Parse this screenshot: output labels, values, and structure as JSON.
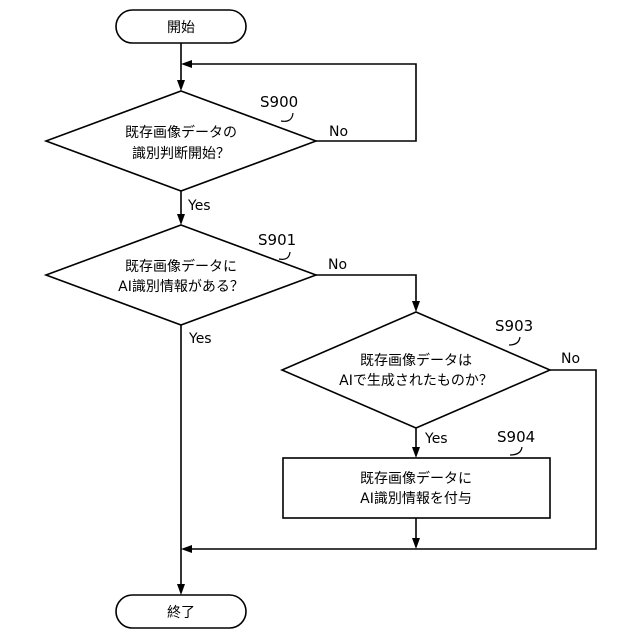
{
  "flowchart": {
    "start": "開始",
    "end": "終了",
    "s900": {
      "id": "S900",
      "line1": "既存画像データの",
      "line2": "識別判断開始？",
      "no": "No",
      "yes": "Yes"
    },
    "s901": {
      "id": "S901",
      "line1": "既存画像データに",
      "line2": "AI識別情報がある？",
      "no": "No",
      "yes": "Yes"
    },
    "s903": {
      "id": "S903",
      "line1": "既存画像データは",
      "line2": "AIで生成されたものか？",
      "no": "No",
      "yes": "Yes"
    },
    "s904": {
      "id": "S904",
      "line1": "既存画像データに",
      "line2": "AI識別情報を付与"
    }
  }
}
